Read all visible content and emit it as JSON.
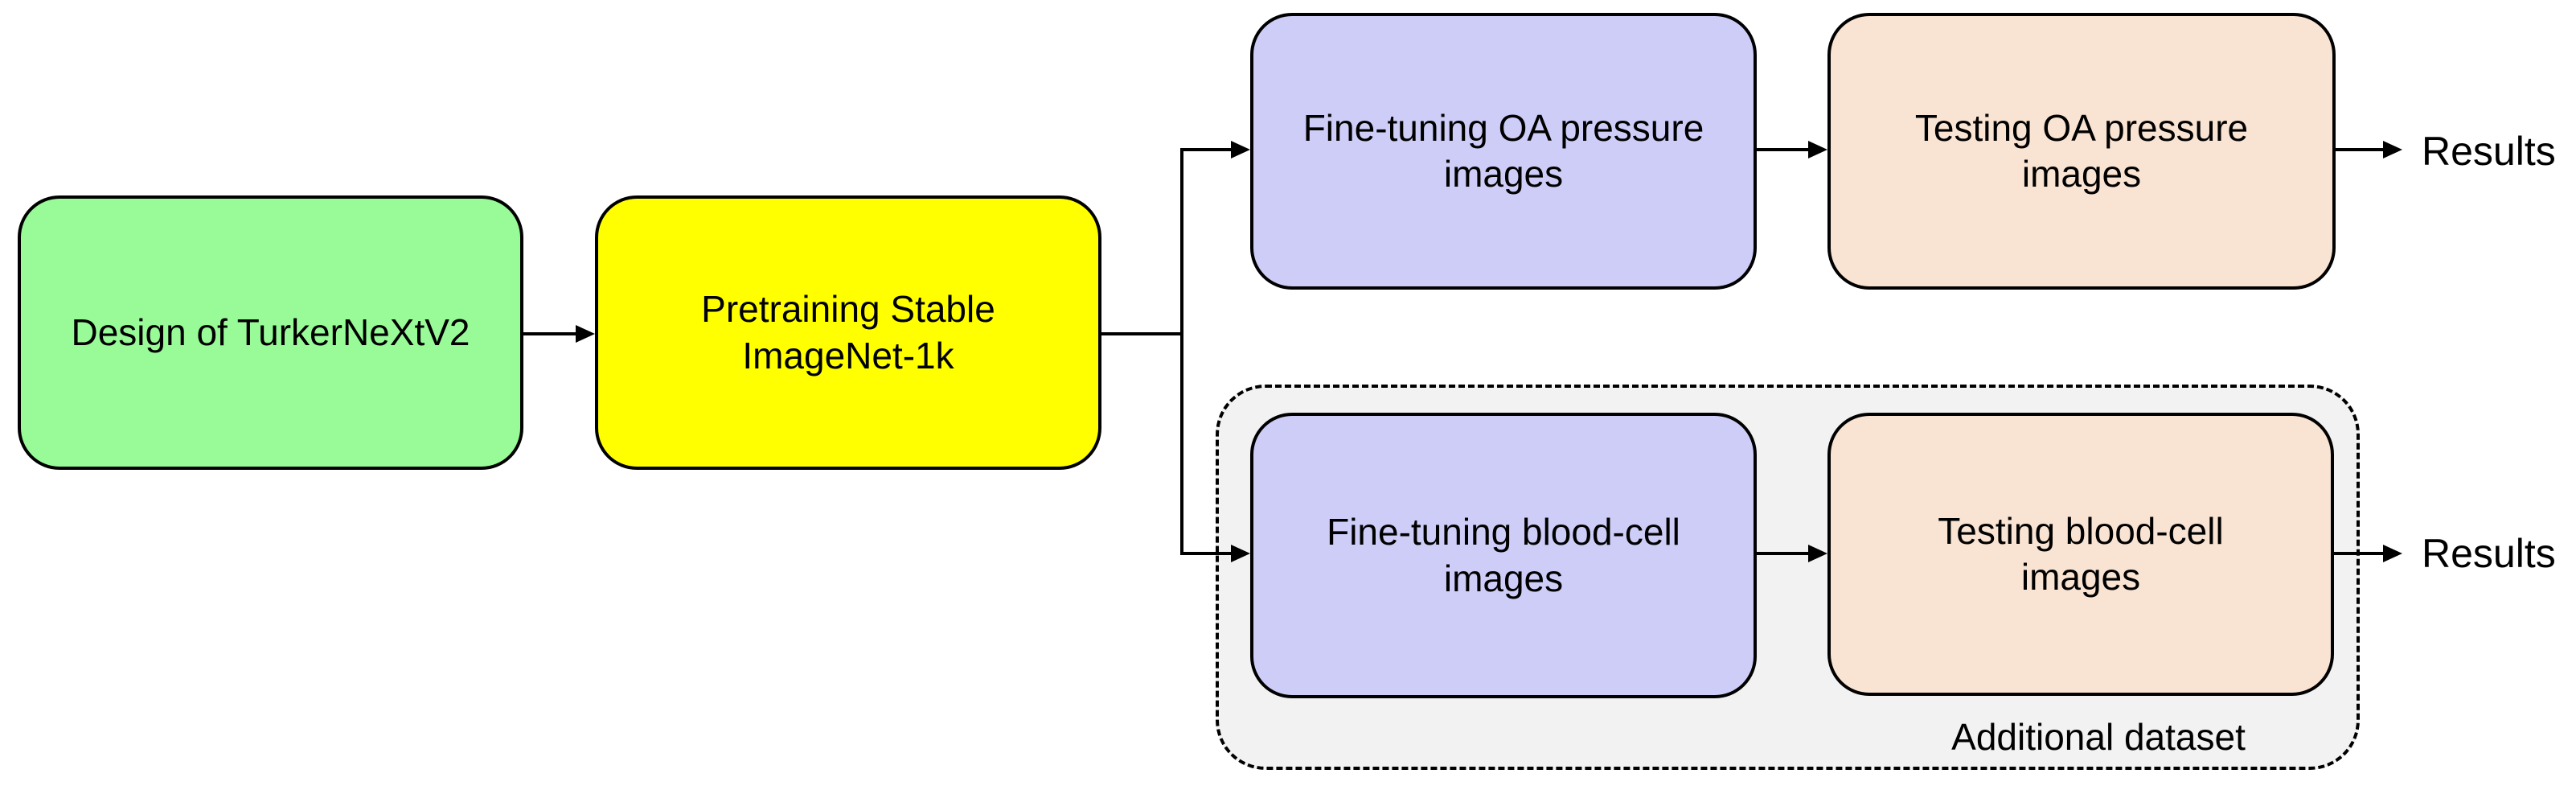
{
  "figure": {
    "background": "#ffffff",
    "line_color": "#000000",
    "nodes": {
      "design": {
        "label": "Design of TurkerNeXtV2",
        "fill": "#98FB98"
      },
      "pretrain": {
        "label": "Pretraining Stable\nImageNet-1k",
        "fill": "#FFFF00"
      },
      "finetune_oa": {
        "label": "Fine-tuning OA pressure\nimages",
        "fill": "#CDCDF8"
      },
      "test_oa": {
        "label": "Testing OA pressure\nimages",
        "fill": "#F9E3D2"
      },
      "finetune_blood": {
        "label": "Fine-tuning blood-cell\nimages",
        "fill": "#CDCDF8"
      },
      "test_blood": {
        "label": "Testing blood-cell\nimages",
        "fill": "#F9E3D2"
      }
    },
    "group": {
      "label": "Additional dataset",
      "fill": "#F2F2F2"
    },
    "outputs": {
      "results_top": "Results",
      "results_bottom": "Results"
    }
  }
}
